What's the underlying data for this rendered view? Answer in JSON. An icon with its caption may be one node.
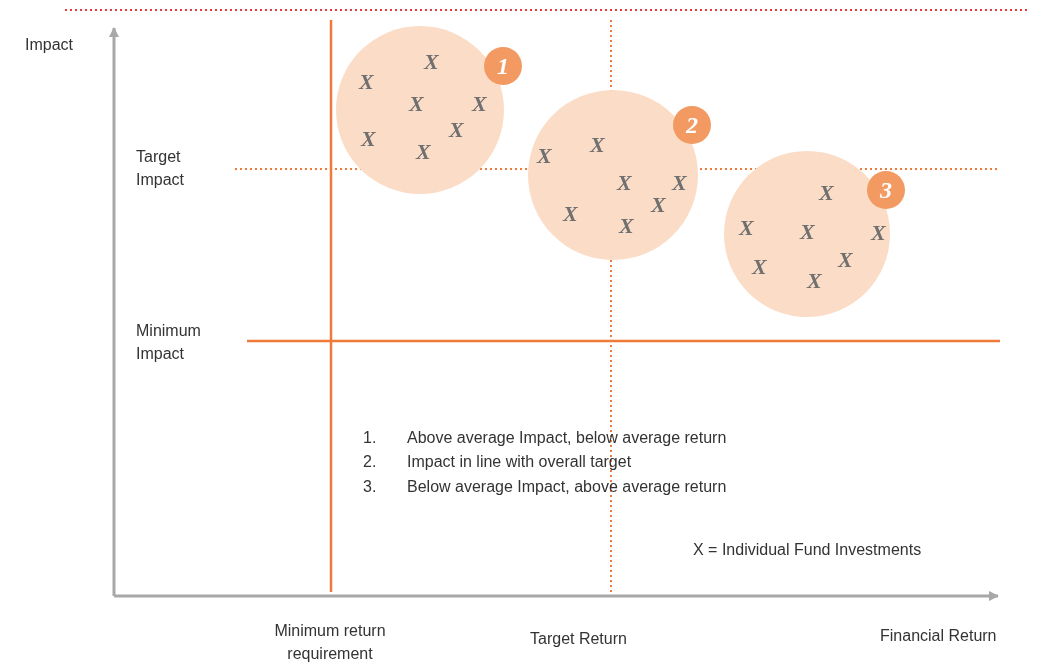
{
  "diagram": {
    "nodes": [
      {
        "text": [
          "X",
          "X",
          "X",
          "X",
          "X",
          "X",
          "X"
        ]
      },
      {
        "text": [
          "1"
        ]
      },
      {
        "text": [
          "X",
          "X",
          "X",
          "X",
          "X",
          "X",
          "X"
        ]
      },
      {
        "text": [
          "2"
        ]
      },
      {
        "text": [
          "X",
          "X",
          "X",
          "X",
          "X",
          "X",
          "X"
        ]
      },
      {
        "text": [
          "3"
        ]
      }
    ],
    "edges": [],
    "labels": [
      "Impact",
      "Target Impact",
      "Minimum Impact",
      "1.",
      "Above average Impact, below average return",
      "2.",
      "Impact in line with overall target",
      "3.",
      "Below average Impact, above average return",
      "X = Individual Fund Investments",
      "Minimum return requirement",
      "Target Return",
      "Financial Return"
    ]
  }
}
